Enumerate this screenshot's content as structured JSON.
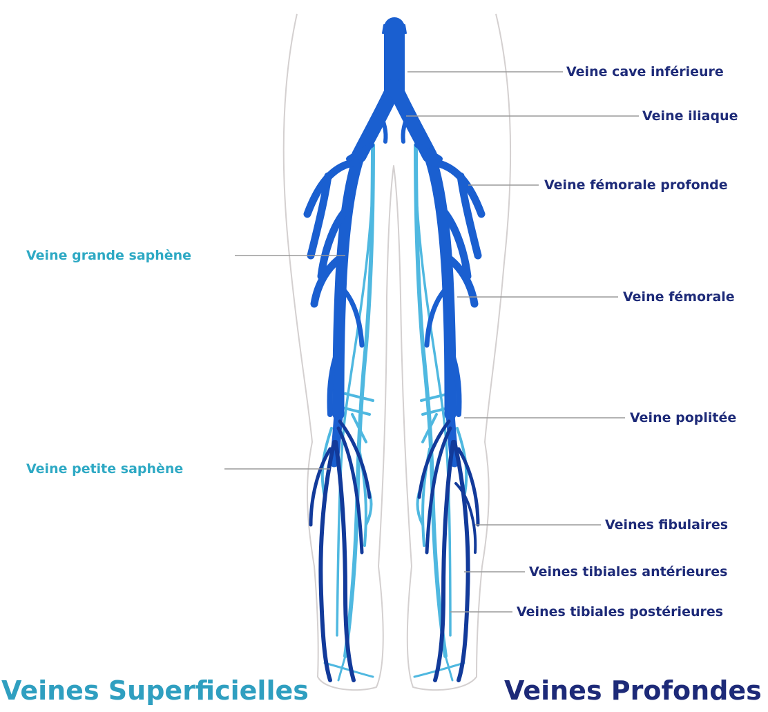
{
  "labels": {
    "deep": [
      {
        "id": "vci",
        "text": "Veine cave inférieure"
      },
      {
        "id": "iliaque",
        "text": "Veine iliaque"
      },
      {
        "id": "fem_prof",
        "text": "Veine fémorale profonde"
      },
      {
        "id": "femorale",
        "text": "Veine fémorale"
      },
      {
        "id": "poplitee",
        "text": "Veine poplitée"
      },
      {
        "id": "fibulaires",
        "text": "Veines fibulaires"
      },
      {
        "id": "tib_ant",
        "text": "Veines tibiales antérieures"
      },
      {
        "id": "tib_post",
        "text": "Veines tibiales postérieures"
      }
    ],
    "superficial": [
      {
        "id": "grande_saphene",
        "text": "Veine grande saphène"
      },
      {
        "id": "petite_saphene",
        "text": "Veine petite saphène"
      }
    ]
  },
  "titles": {
    "superficial": "Veines Superficielles",
    "deep": "Veines Profondes"
  },
  "colors": {
    "deep_vein": "#1a5fd0",
    "deep_vein_dark": "#123a9a",
    "superficial_vein": "#4fb8e0",
    "deep_label": "#1d2a78",
    "superficial_label": "#2ea9c4",
    "leader_line": "#9a9a9a",
    "body_outline": "#d4d0d0"
  }
}
